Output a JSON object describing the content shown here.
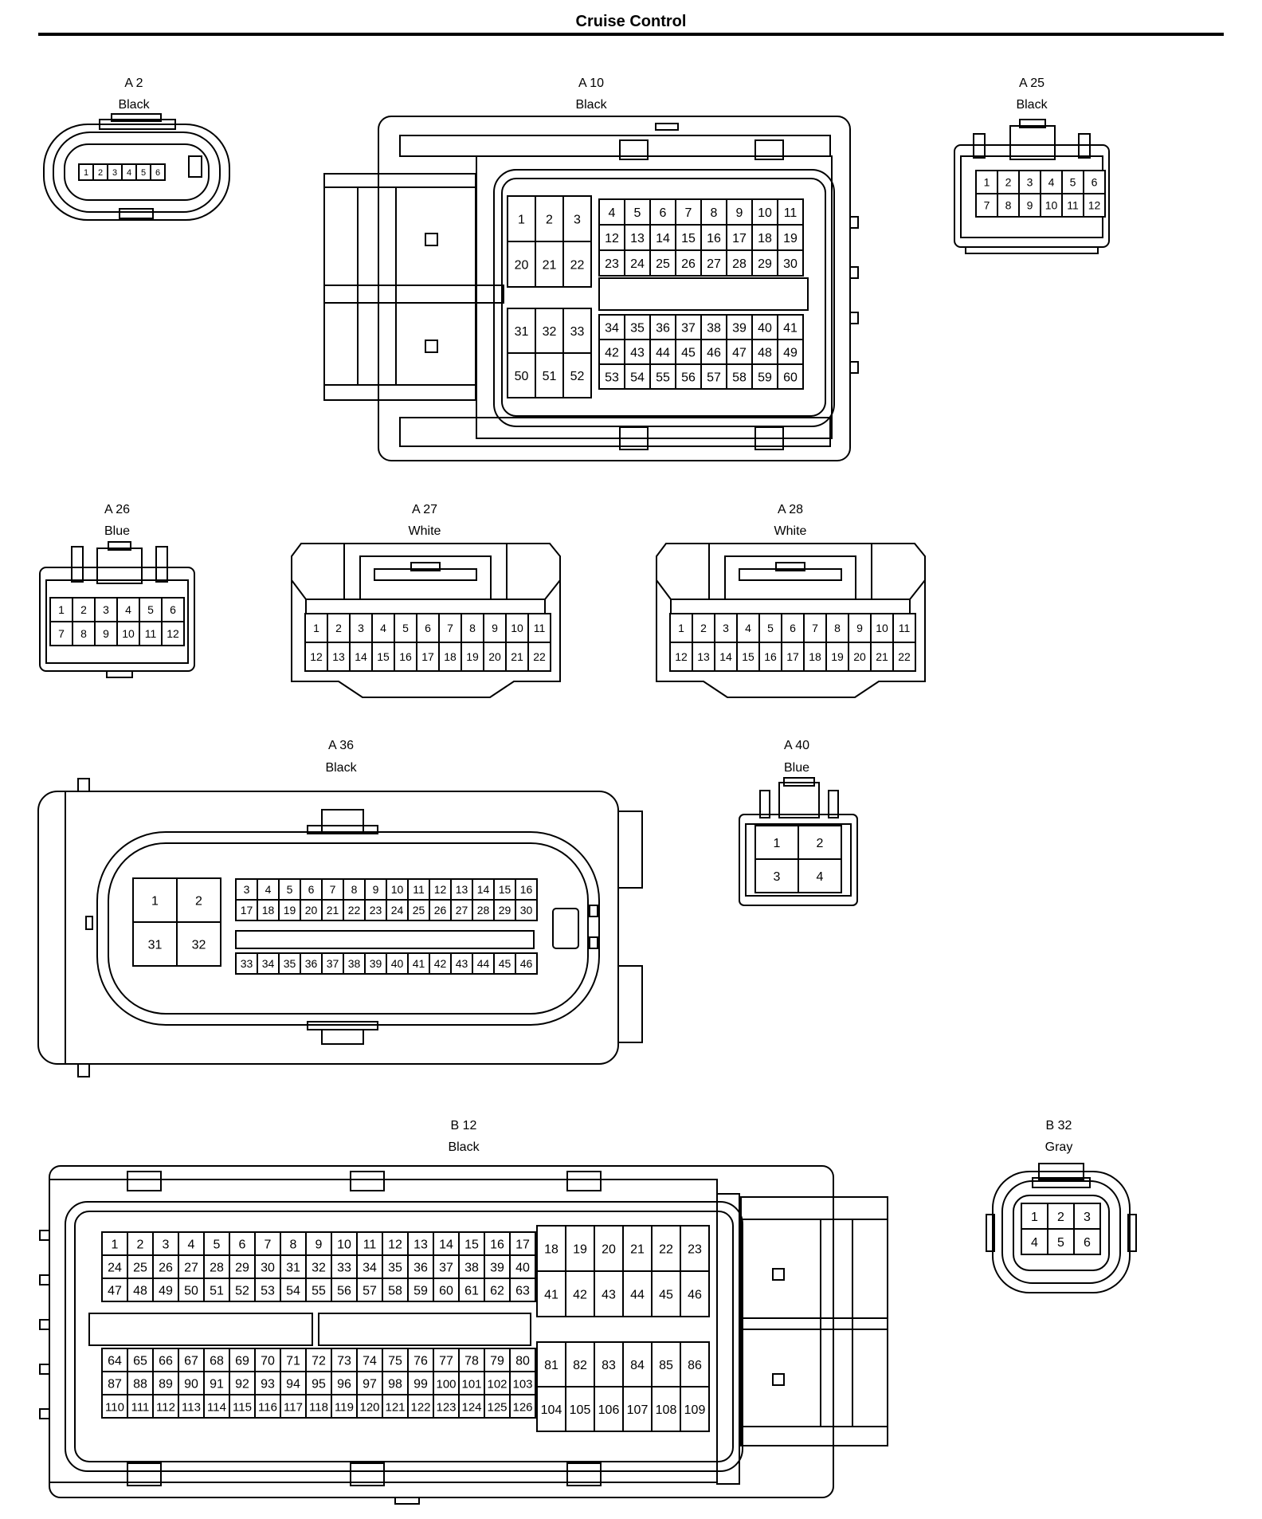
{
  "title": "Cruise Control",
  "connectors": {
    "a2": {
      "id": "A 2",
      "color": "Black"
    },
    "a10": {
      "id": "A 10",
      "color": "Black"
    },
    "a25": {
      "id": "A 25",
      "color": "Black"
    },
    "a26": {
      "id": "A 26",
      "color": "Blue"
    },
    "a27": {
      "id": "A 27",
      "color": "White"
    },
    "a28": {
      "id": "A 28",
      "color": "White"
    },
    "a36": {
      "id": "A 36",
      "color": "Black"
    },
    "a40": {
      "id": "A 40",
      "color": "Blue"
    },
    "b12": {
      "id": "B 12",
      "color": "Black"
    },
    "b32": {
      "id": "B 32",
      "color": "Gray"
    }
  },
  "pins": {
    "a2": [
      [
        "1",
        "2",
        "3",
        "4",
        "5",
        "6"
      ]
    ],
    "a10": {
      "upper_left": [
        [
          "1",
          "2",
          "3"
        ],
        [
          "20",
          "21",
          "22"
        ]
      ],
      "upper_right": [
        [
          "4",
          "5",
          "6",
          "7",
          "8",
          "9",
          "10",
          "11"
        ],
        [
          "12",
          "13",
          "14",
          "15",
          "16",
          "17",
          "18",
          "19"
        ],
        [
          "23",
          "24",
          "25",
          "26",
          "27",
          "28",
          "29",
          "30"
        ]
      ],
      "lower_left": [
        [
          "31",
          "32",
          "33"
        ],
        [
          "50",
          "51",
          "52"
        ]
      ],
      "lower_right": [
        [
          "34",
          "35",
          "36",
          "37",
          "38",
          "39",
          "40",
          "41"
        ],
        [
          "42",
          "43",
          "44",
          "45",
          "46",
          "47",
          "48",
          "49"
        ],
        [
          "53",
          "54",
          "55",
          "56",
          "57",
          "58",
          "59",
          "60"
        ]
      ]
    },
    "a25": [
      [
        "1",
        "2",
        "3",
        "4",
        "5",
        "6"
      ],
      [
        "7",
        "8",
        "9",
        "10",
        "11",
        "12"
      ]
    ],
    "a26": [
      [
        "1",
        "2",
        "3",
        "4",
        "5",
        "6"
      ],
      [
        "7",
        "8",
        "9",
        "10",
        "11",
        "12"
      ]
    ],
    "a27": [
      [
        "1",
        "2",
        "3",
        "4",
        "5",
        "6",
        "7",
        "8",
        "9",
        "10",
        "11"
      ],
      [
        "12",
        "13",
        "14",
        "15",
        "16",
        "17",
        "18",
        "19",
        "20",
        "21",
        "22"
      ]
    ],
    "a28": [
      [
        "1",
        "2",
        "3",
        "4",
        "5",
        "6",
        "7",
        "8",
        "9",
        "10",
        "11"
      ],
      [
        "12",
        "13",
        "14",
        "15",
        "16",
        "17",
        "18",
        "19",
        "20",
        "21",
        "22"
      ]
    ],
    "a36": {
      "big": [
        [
          "1",
          "2"
        ],
        [
          "31",
          "32"
        ]
      ],
      "top": [
        [
          "3",
          "4",
          "5",
          "6",
          "7",
          "8",
          "9",
          "10",
          "11",
          "12",
          "13",
          "14",
          "15",
          "16"
        ],
        [
          "17",
          "18",
          "19",
          "20",
          "21",
          "22",
          "23",
          "24",
          "25",
          "26",
          "27",
          "28",
          "29",
          "30"
        ]
      ],
      "bottom": [
        [
          "33",
          "34",
          "35",
          "36",
          "37",
          "38",
          "39",
          "40",
          "41",
          "42",
          "43",
          "44",
          "45",
          "46"
        ]
      ]
    },
    "a40": [
      [
        "1",
        "2"
      ],
      [
        "3",
        "4"
      ]
    ],
    "b12": {
      "upper_left": [
        [
          "1",
          "2",
          "3",
          "4",
          "5",
          "6",
          "7",
          "8",
          "9",
          "10",
          "11",
          "12",
          "13",
          "14",
          "15",
          "16",
          "17"
        ],
        [
          "24",
          "25",
          "26",
          "27",
          "28",
          "29",
          "30",
          "31",
          "32",
          "33",
          "34",
          "35",
          "36",
          "37",
          "38",
          "39",
          "40"
        ],
        [
          "47",
          "48",
          "49",
          "50",
          "51",
          "52",
          "53",
          "54",
          "55",
          "56",
          "57",
          "58",
          "59",
          "60",
          "61",
          "62",
          "63"
        ]
      ],
      "upper_right": [
        [
          "18",
          "19",
          "20",
          "21",
          "22",
          "23"
        ],
        [
          "41",
          "42",
          "43",
          "44",
          "45",
          "46"
        ]
      ],
      "lower_left": [
        [
          "64",
          "65",
          "66",
          "67",
          "68",
          "69",
          "70",
          "71",
          "72",
          "73",
          "74",
          "75",
          "76",
          "77",
          "78",
          "79",
          "80"
        ],
        [
          "87",
          "88",
          "89",
          "90",
          "91",
          "92",
          "93",
          "94",
          "95",
          "96",
          "97",
          "98",
          "99",
          "100",
          "101",
          "102",
          "103"
        ],
        [
          "110",
          "111",
          "112",
          "113",
          "114",
          "115",
          "116",
          "117",
          "118",
          "119",
          "120",
          "121",
          "122",
          "123",
          "124",
          "125",
          "126"
        ]
      ],
      "lower_right": [
        [
          "81",
          "82",
          "83",
          "84",
          "85",
          "86"
        ],
        [
          "104",
          "105",
          "106",
          "107",
          "108",
          "109"
        ]
      ]
    },
    "b32": [
      [
        "1",
        "2",
        "3"
      ],
      [
        "4",
        "5",
        "6"
      ]
    ]
  }
}
